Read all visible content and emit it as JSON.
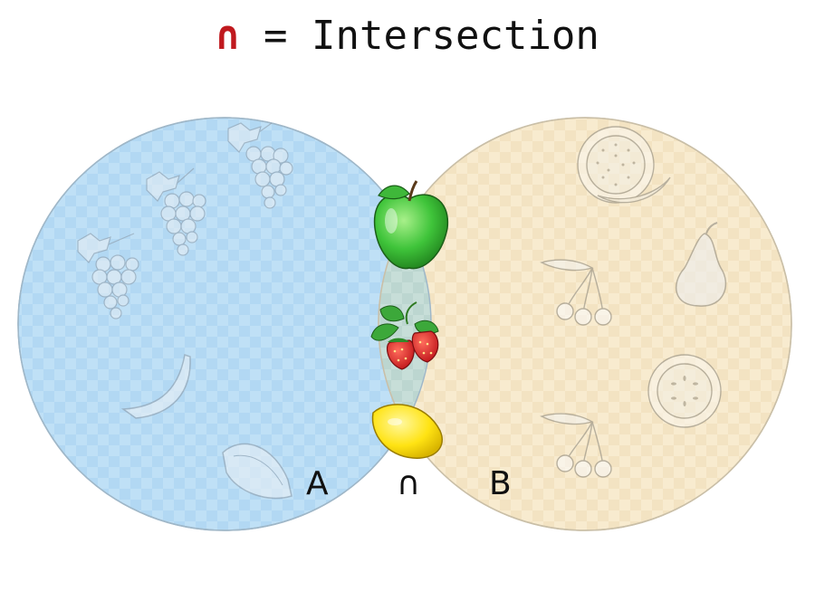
{
  "title": {
    "symbol": "∩",
    "text": " = Intersection"
  },
  "sets": {
    "a": {
      "label": "A",
      "color": "#bfe0f6"
    },
    "b": {
      "label": "B",
      "color": "#f8ebcf"
    },
    "intersection": {
      "label": "∩",
      "color": "#c7ded8"
    }
  },
  "icons": {
    "a_only": [
      "grapes-icon",
      "grapes-icon",
      "grapes-icon",
      "banana-icon",
      "lemon-faded-icon"
    ],
    "b_only": [
      "melon-slice-icon",
      "pear-icon",
      "cherries-icon",
      "melon-half-icon",
      "cherries-icon"
    ],
    "intersection": [
      "apple-icon",
      "strawberry-icon",
      "lemon-icon"
    ]
  }
}
